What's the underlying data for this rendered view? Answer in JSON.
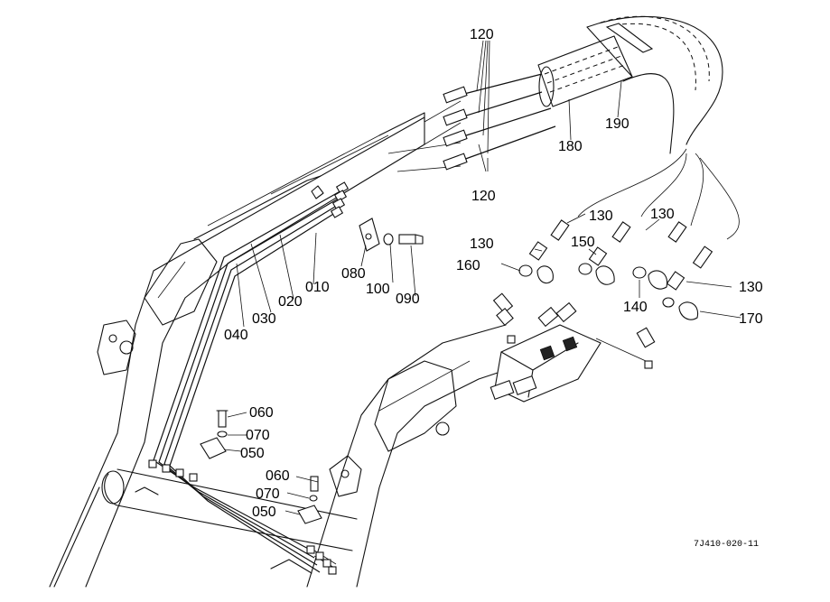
{
  "callouts": {
    "p010": "010",
    "p020": "020",
    "p030": "030",
    "p040": "040",
    "p050a": "050",
    "p050b": "050",
    "p060a": "060",
    "p060b": "060",
    "p070a": "070",
    "p070b": "070",
    "p080": "080",
    "p090": "090",
    "p100": "100",
    "p120a": "120",
    "p120b": "120",
    "p130a": "130",
    "p130b": "130",
    "p130c": "130",
    "p130d": "130",
    "p140": "140",
    "p150": "150",
    "p160": "160",
    "p170": "170",
    "p180": "180",
    "p190": "190"
  },
  "drawing_code": "7J410-020-11"
}
